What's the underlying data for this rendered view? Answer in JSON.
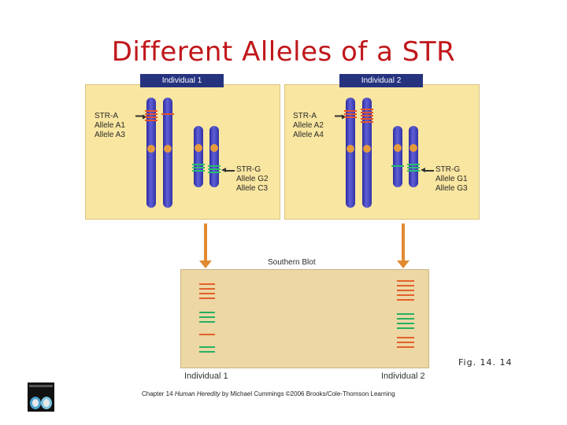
{
  "title": "Different Alleles of a STR",
  "individual1": {
    "header": "Individual 1",
    "str_a": "STR-A",
    "allele_a_1": "Allele A1",
    "allele_a_2": "Allele A3",
    "str_g": "STR-G",
    "allele_g_1": "Allele G2",
    "allele_g_2": "Allele C3"
  },
  "individual2": {
    "header": "Individual 2",
    "str_a": "STR-A",
    "allele_a_1": "Allele A2",
    "allele_a_2": "Allele A4",
    "str_g": "STR-G",
    "allele_g_1": "Allele G1",
    "allele_g_2": "Allele G3"
  },
  "blot": {
    "title": "Southern Blot",
    "lane1_label": "Individual 1",
    "lane2_label": "Individual 2"
  },
  "figure_label": "Fig. 14. 14",
  "credit": {
    "prefix": "Chapter 14",
    "book": "Human Heredity",
    "suffix": "by Michael Cummings ©2006 Brooks/Cole-Thomson Learning"
  },
  "colors": {
    "title": "#c0171b",
    "panel": "#f9e6a0",
    "header": "#25337f",
    "str_a_band": "#e5532a",
    "str_g_band": "#2bbd6f",
    "arrow": "#e18a32"
  }
}
